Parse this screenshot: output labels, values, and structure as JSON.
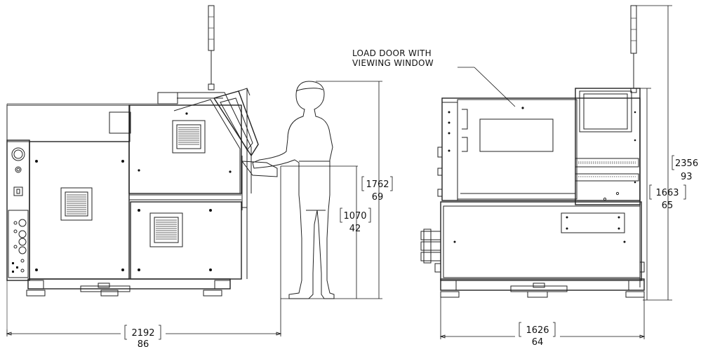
{
  "callout": {
    "line1": "LOAD DOOR WITH",
    "line2": "VIEWING WINDOW"
  },
  "dimensions": {
    "width_side": {
      "mm": "2192",
      "in": "86"
    },
    "height_overall_side": {
      "mm": "1762",
      "in": "69"
    },
    "height_work_side": {
      "mm": "1070",
      "in": "42"
    },
    "width_front": {
      "mm": "1626",
      "in": "64"
    },
    "height_overall_front": {
      "mm": "2356",
      "in": "93"
    },
    "height_body_front": {
      "mm": "1663",
      "in": "65"
    }
  }
}
